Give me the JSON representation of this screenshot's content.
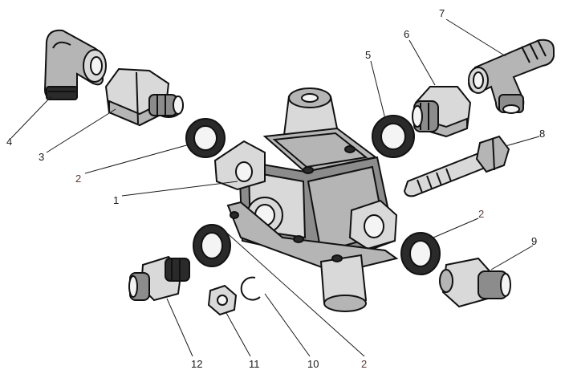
{
  "labels": {
    "l1": "1",
    "l2a": "2",
    "l2b": "2",
    "l2c": "2",
    "l3": "3",
    "l4": "4",
    "l5": "5",
    "l6": "6",
    "l7": "7",
    "l8": "8",
    "l9": "9",
    "l10": "10",
    "l11": "11",
    "l12": "12"
  },
  "colors": {
    "ink": "#111111",
    "background": "#ffffff",
    "alt_label": "#5a3a3a"
  }
}
